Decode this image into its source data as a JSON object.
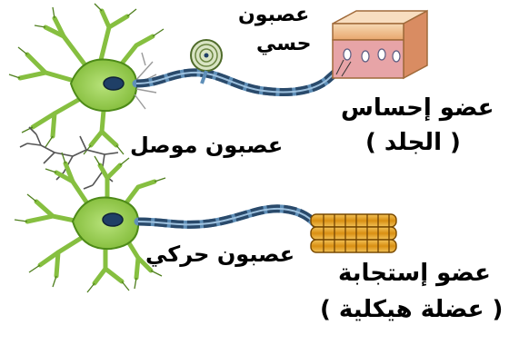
{
  "labels": {
    "sensory_neuron": {
      "line1": "عصبون",
      "line2": "حسي"
    },
    "sense_organ": {
      "line1": "عضو إحساس",
      "line2": "( الجلد )"
    },
    "interneuron": "عصبون موصل",
    "motor_neuron": "عصبون حركي",
    "effector_organ": {
      "line1": "عضو إستجابة",
      "line2": "( عضلة هيكلية )"
    }
  },
  "colors": {
    "neuron_body": "#8cc63f",
    "neuron_outline": "#3a6b12",
    "nucleus": "#1f3f66",
    "axon": "#5f8fb8",
    "skin_top": "#f3c99a",
    "skin_body": "#e4a0a4",
    "muscle": "#e3a11c",
    "interneuron_line": "#444444"
  }
}
